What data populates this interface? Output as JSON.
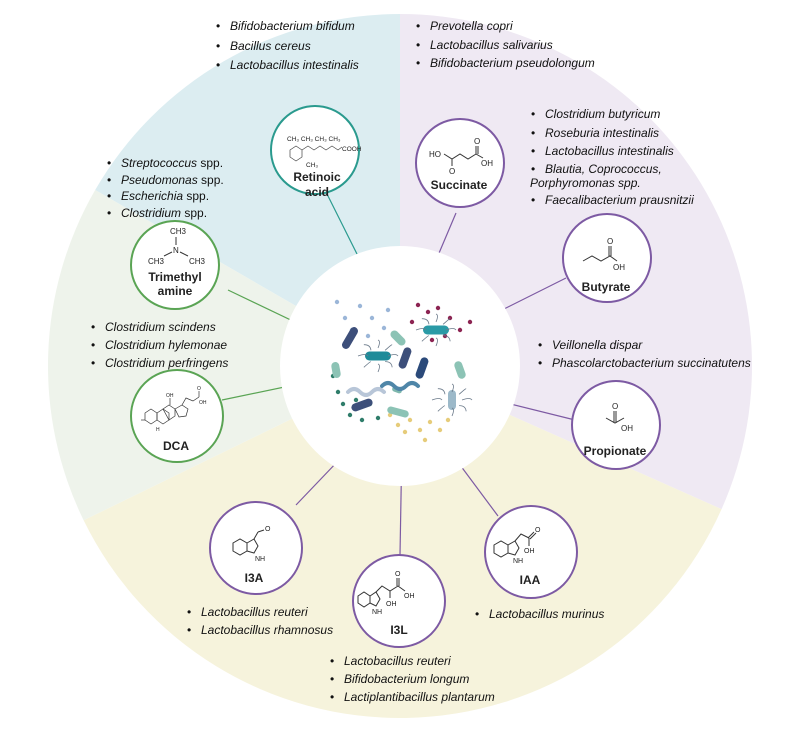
{
  "sectors": [
    {
      "name": "retinoic-sector",
      "color": "#dcedf1"
    },
    {
      "name": "scfa-sector",
      "color": "#efe9f3"
    },
    {
      "name": "indole-sector",
      "color": "#f6f3dc"
    },
    {
      "name": "bile-sector",
      "color": "#eef3eb"
    }
  ],
  "colors": {
    "green_ring": "#5aa454",
    "teal_ring": "#2a9a8e",
    "purple_ring": "#7d5aa3",
    "center": "#ffffff"
  },
  "nodes": {
    "retinoic": {
      "label_line1": "Retinoic",
      "label_line2": "acid",
      "formula": "CH3 CH3 CH3 CH3 ... COOH"
    },
    "succinate": {
      "label": "Succinate",
      "groups": {
        "ho": "HO",
        "o_top": "O",
        "oh": "OH",
        "o_bottom": "O"
      }
    },
    "butyrate": {
      "label": "Butyrate",
      "groups": {
        "o": "O",
        "oh": "OH"
      }
    },
    "propionate": {
      "label": "Propionate",
      "groups": {
        "o": "O",
        "oh": "OH"
      }
    },
    "trimethylamine": {
      "label_line1": "Trimethyl",
      "label_line2": "amine",
      "groups": {
        "ch3_top": "CH3",
        "n": "N",
        "ch3_left": "CH3",
        "ch3_right": "CH3"
      }
    },
    "dca": {
      "label": "DCA",
      "groups": {
        "oh_top": "OH",
        "o": "O",
        "oh": "OH",
        "h": "H"
      }
    },
    "i3a": {
      "label": "I3A",
      "groups": {
        "o": "O",
        "nh": "NH"
      }
    },
    "i3l": {
      "label": "I3L",
      "groups": {
        "o": "O",
        "oh_acid": "OH",
        "oh": "OH",
        "nh": "NH"
      }
    },
    "iaa": {
      "label": "IAA",
      "groups": {
        "o": "O",
        "oh": "OH",
        "nh": "NH"
      }
    }
  },
  "lists": {
    "retinoic": [
      "Bifidobacterium bifidum",
      "Bacillus cereus",
      "Lactobacillus intestinalis"
    ],
    "succinate": [
      "Prevotella copri",
      "Lactobacillus salivarius",
      "Bifidobacterium pseudolongum"
    ],
    "butyrate": [
      "Clostridium butyricum",
      "Roseburia intestinalis",
      "Lactobacillus intestinalis",
      "Faecalibacterium prausnitzii"
    ],
    "butyrate_wrap": {
      "line1": "Blautia, Coprococcus,",
      "line2": "Porphyromonas spp."
    },
    "trimethylamine": [
      {
        "genus": "Streptococcus",
        "suffix": " spp."
      },
      {
        "genus": "Pseudomonas",
        "suffix": " spp."
      },
      {
        "genus": "Escherichia",
        "suffix": " spp."
      },
      {
        "genus": "Clostridium",
        "suffix": " spp."
      }
    ],
    "dca": [
      "Clostridium scindens",
      "Clostridium hylemonae",
      "Clostridium perfringens"
    ],
    "propionate": [
      "Veillonella dispar",
      "Phascolarctobacterium succinatutens"
    ],
    "i3a": [
      "Lactobacillus reuteri",
      "Lactobacillus rhamnosus"
    ],
    "i3l": [
      "Lactobacillus reuteri",
      "Bifidobacterium longum",
      "Lactiplantibacillus plantarum"
    ],
    "iaa": [
      "Lactobacillus murinus"
    ]
  }
}
